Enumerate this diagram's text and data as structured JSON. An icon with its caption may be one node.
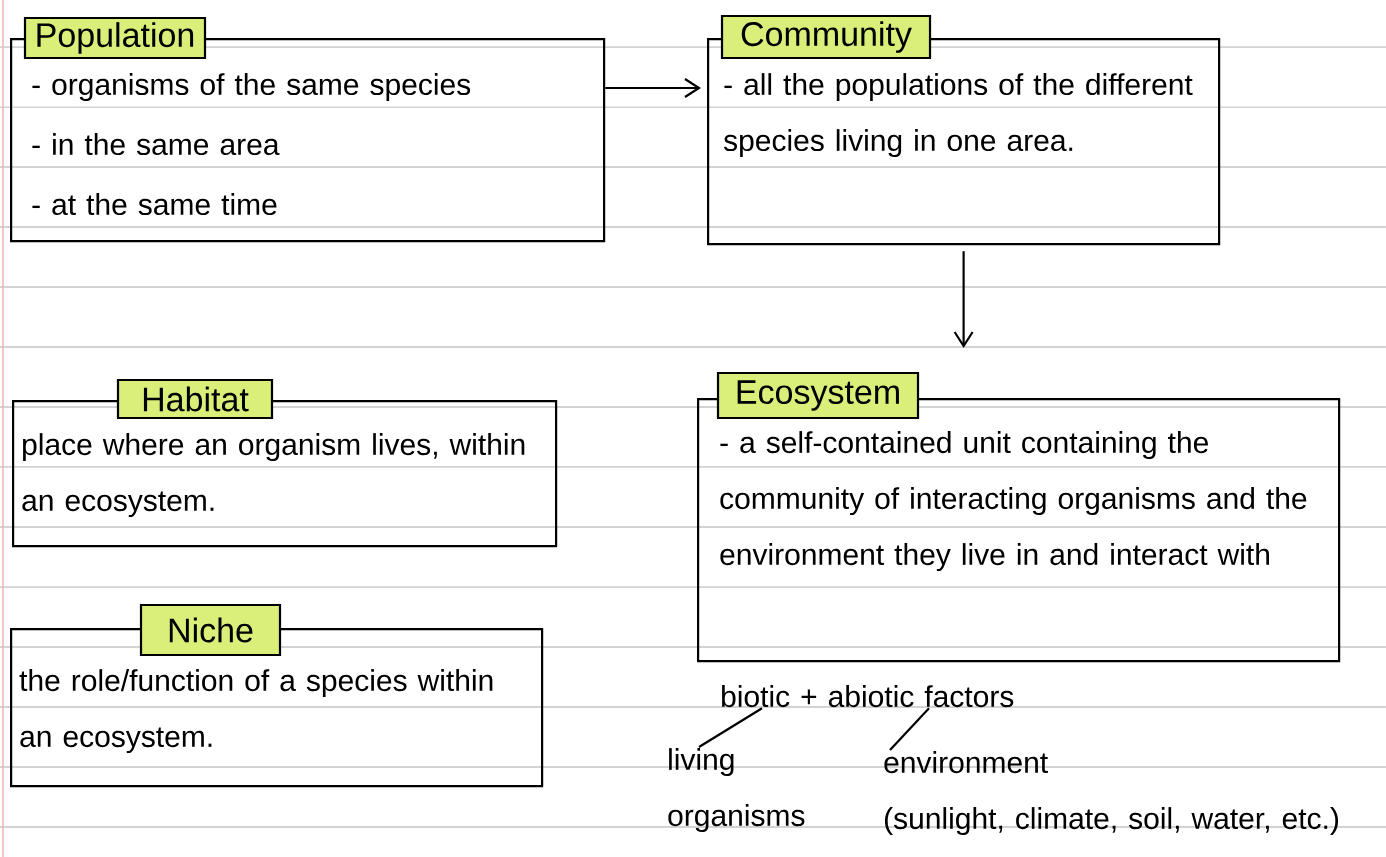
{
  "diagram": {
    "nodes": [
      {
        "text": [
          "Population",
          "- organisms of the same species",
          "- in the same area",
          "- at the same time"
        ]
      },
      {
        "text": [
          "Community",
          "- all the populations of the different species living in one area."
        ]
      },
      {
        "text": [
          "Habitat",
          "place where an organism lives, within an ecosystem."
        ]
      },
      {
        "text": [
          "Niche",
          "the role/function of a species within an ecosystem."
        ]
      },
      {
        "text": [
          "Ecosystem",
          "- a self-contained unit containing the community of interacting organisms and the environment they live in and interact with"
        ]
      },
      {
        "text": [
          "biotic + abiotic factors"
        ]
      },
      {
        "text": [
          "living organisms"
        ]
      },
      {
        "text": [
          "environment",
          "(sunlight, climate, soil, water, etc.)"
        ]
      }
    ],
    "edges": [
      {
        "from": 0,
        "to": 1,
        "arrow": "to"
      },
      {
        "from": 1,
        "to": 4,
        "arrow": "to"
      },
      {
        "from": 5,
        "to": 6,
        "arrow": "none"
      },
      {
        "from": 5,
        "to": 7,
        "arrow": "none"
      }
    ]
  }
}
